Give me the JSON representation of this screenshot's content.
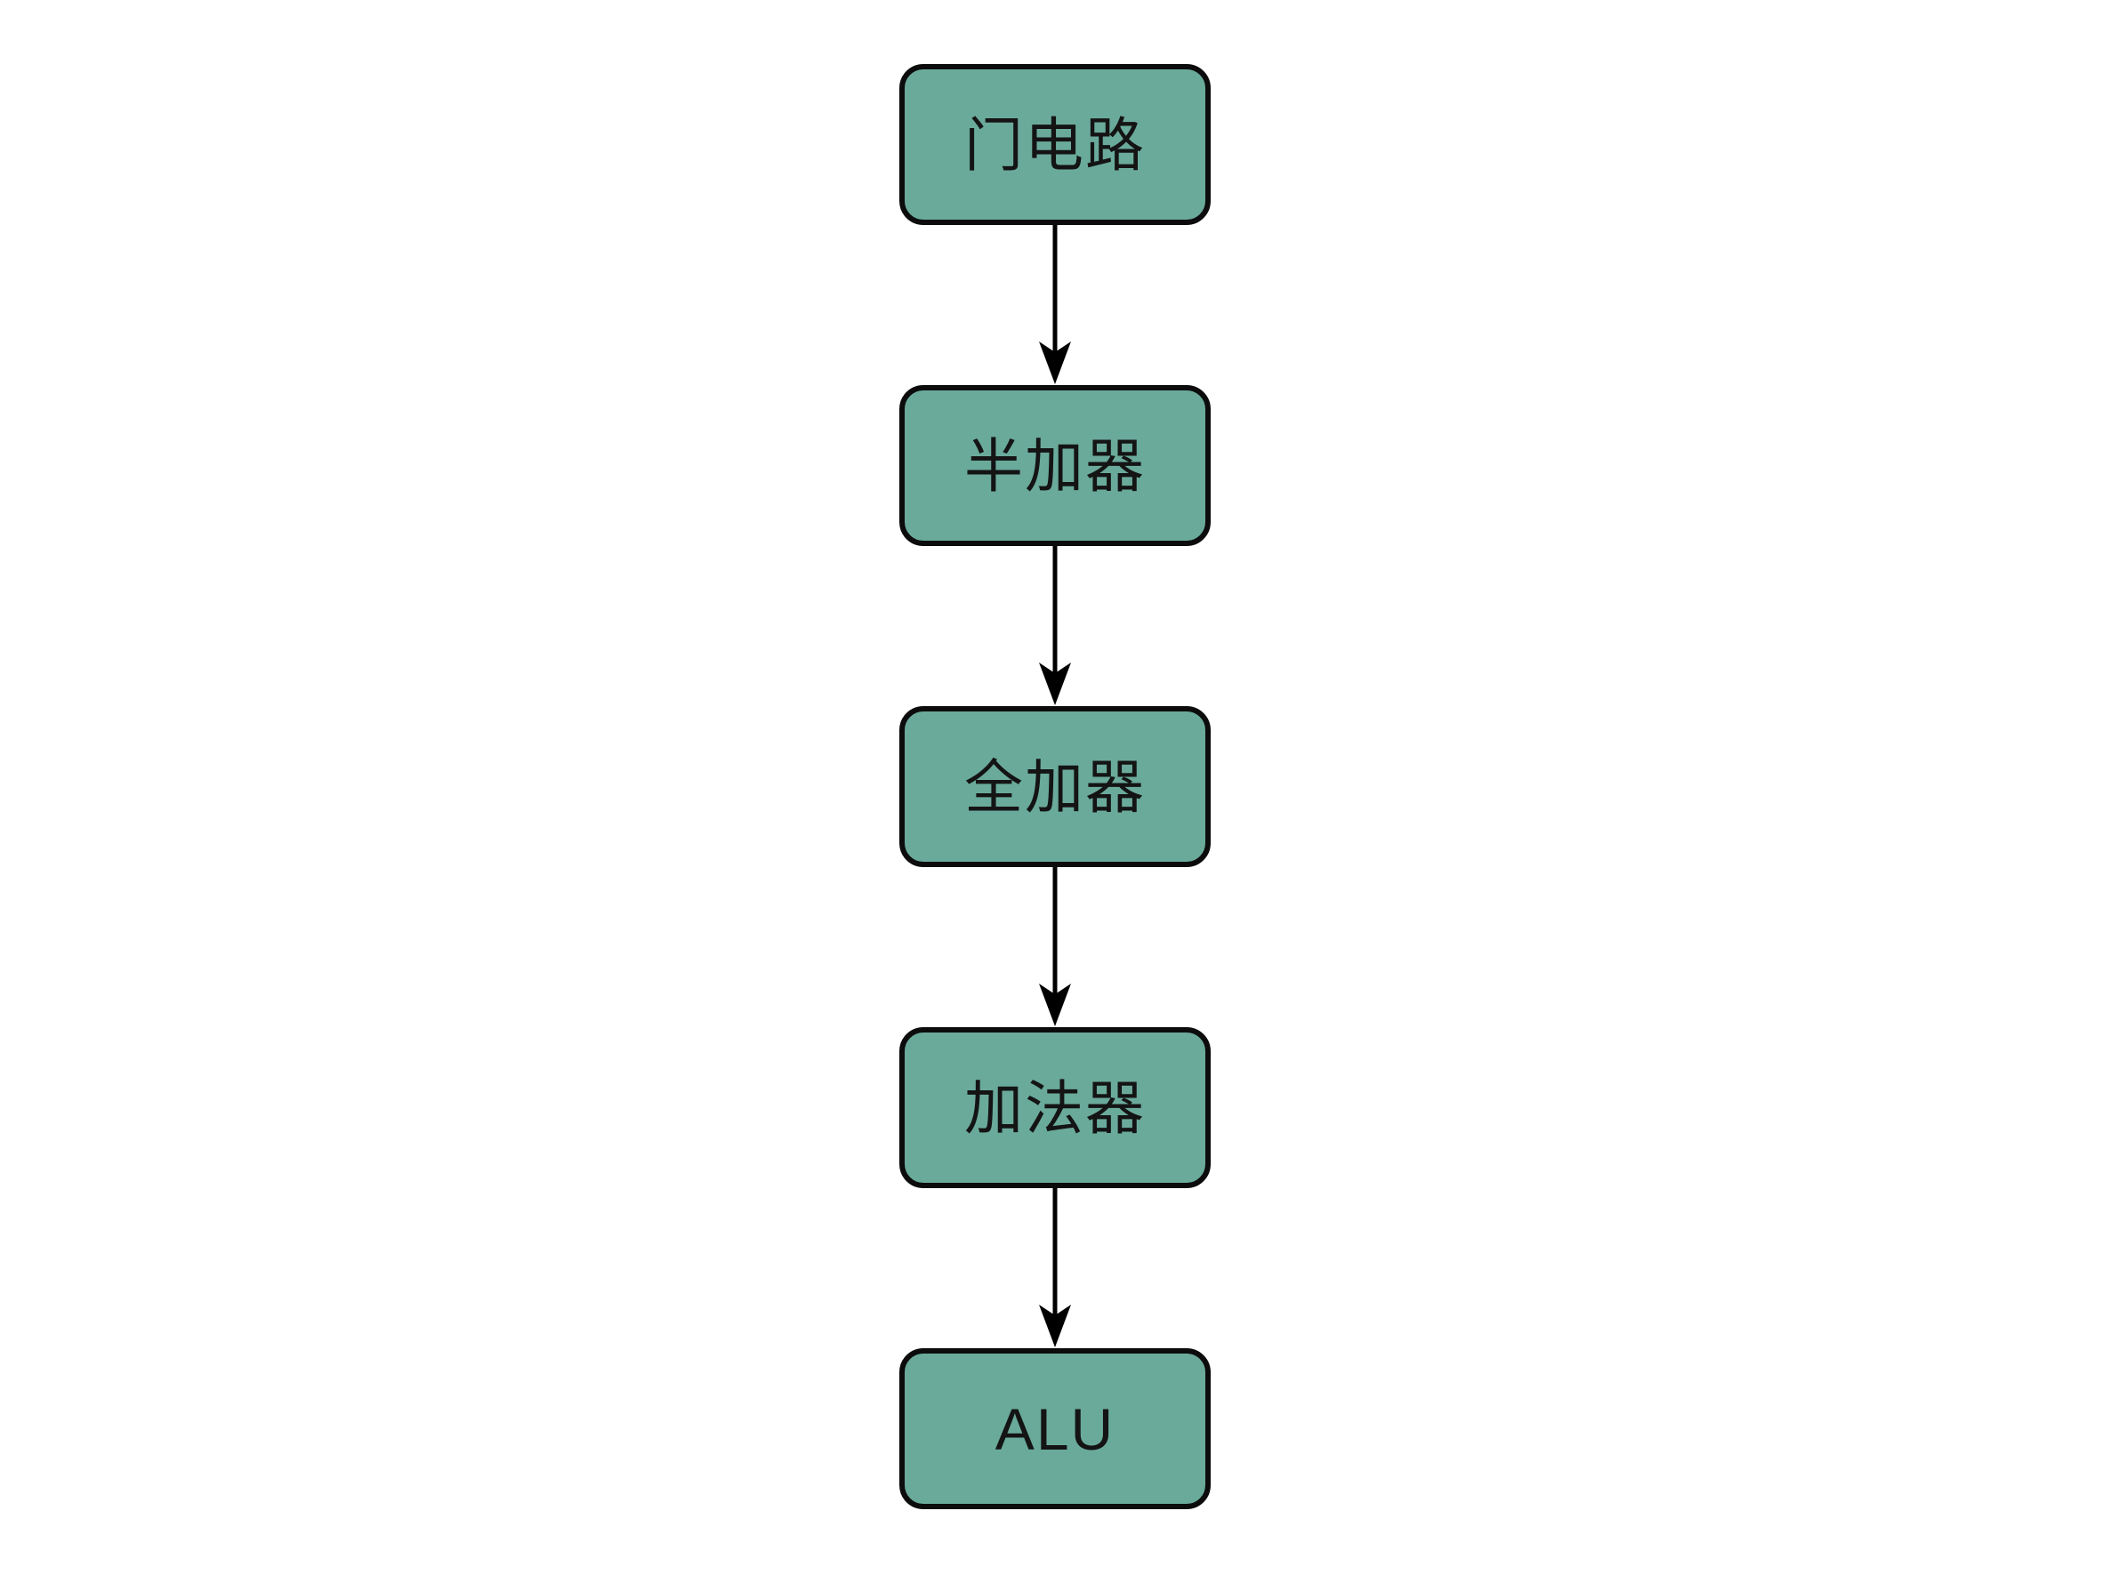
{
  "diagram": {
    "type": "flowchart",
    "direction": "top-down",
    "nodes": [
      {
        "id": "gate-circuit",
        "label": "门电路"
      },
      {
        "id": "half-adder",
        "label": "半加器"
      },
      {
        "id": "full-adder",
        "label": "全加器"
      },
      {
        "id": "adder",
        "label": "加法器"
      },
      {
        "id": "alu",
        "label": "ALU"
      }
    ],
    "edges": [
      {
        "from": "gate-circuit",
        "to": "half-adder"
      },
      {
        "from": "half-adder",
        "to": "full-adder"
      },
      {
        "from": "full-adder",
        "to": "adder"
      },
      {
        "from": "adder",
        "to": "alu"
      }
    ],
    "colors": {
      "background": "#ffffff",
      "node_fill": "#6aaa9b",
      "node_border": "#0c0c0c",
      "text": "#141414",
      "arrow": "#000000"
    }
  }
}
